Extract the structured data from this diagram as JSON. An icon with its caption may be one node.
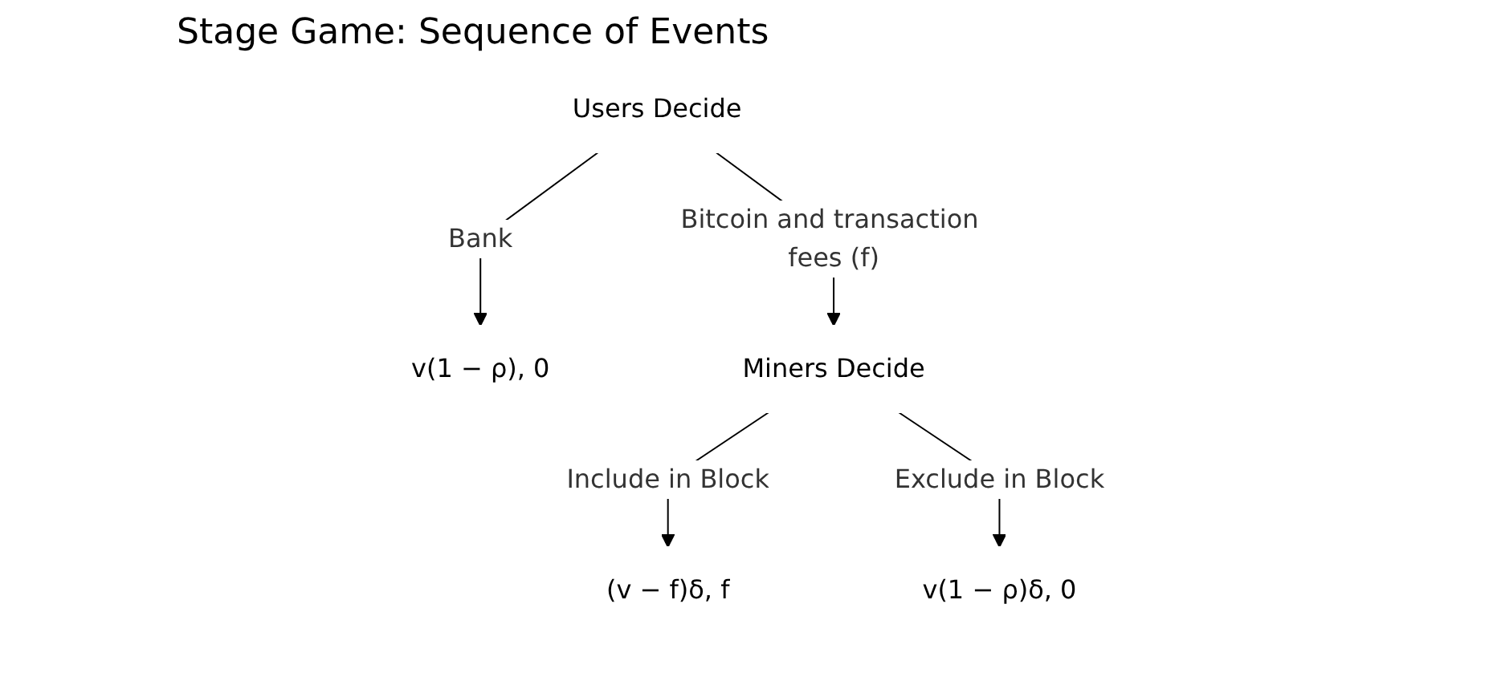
{
  "diagram": {
    "title": "Stage Game: Sequence of Events",
    "nodes": [
      {
        "text": [
          "Users Decide"
        ]
      },
      {
        "text": [
          "v(1 − ρ), 0"
        ]
      },
      {
        "text": [
          "Miners Decide"
        ]
      },
      {
        "text": [
          "(v − f)δ, f"
        ]
      },
      {
        "text": [
          "v(1 − ρ)δ, 0"
        ]
      }
    ],
    "edges": [
      {
        "from": 0,
        "to": 1,
        "arrow": "to",
        "label": "Bank"
      },
      {
        "from": 0,
        "to": 2,
        "arrow": "to",
        "label": "Bitcoin and transaction fees (f)"
      },
      {
        "from": 2,
        "to": 3,
        "arrow": "to",
        "label": "Include in Block"
      },
      {
        "from": 2,
        "to": 4,
        "arrow": "to",
        "label": "Exclude in Block"
      }
    ]
  }
}
